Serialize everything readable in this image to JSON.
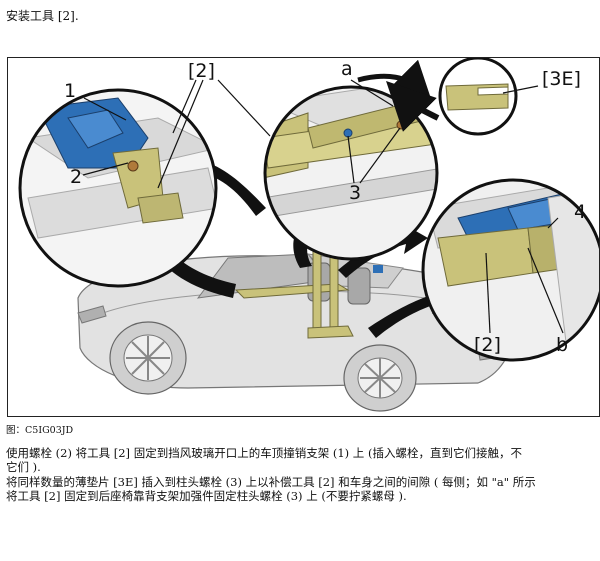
{
  "heading": "安装工具 [2].",
  "figure": {
    "callouts": {
      "c1": "1",
      "c2": "2",
      "tool_top": "[2]",
      "a": "a",
      "c3": "3",
      "c3e": "[3E]",
      "c4": "4",
      "tool_bottom": "[2]",
      "b": "b"
    },
    "caption": "图：C5IG03JD"
  },
  "body": {
    "line1": "使用螺栓 (2) 将工具 [2] 固定到挡风玻璃开口上的车顶撞销支架 (1) 上 (插入螺栓，直到它们接触，不",
    "line2": "它们 ).",
    "line3": "将同样数量的薄垫片 [3E] 插入到柱头螺栓 (3) 上以补偿工具 [2] 和车身之间的间隙 ( 每侧；如 \"a\" 所示",
    "line4": "将工具 [2] 固定到后座椅靠背支架加强件固定柱头螺栓 (3) 上 (不要拧紧螺母 )."
  },
  "colors": {
    "tool_yellow": "#c9c27a",
    "bracket_blue": "#2d6fb6",
    "arrow_black": "#111111"
  }
}
